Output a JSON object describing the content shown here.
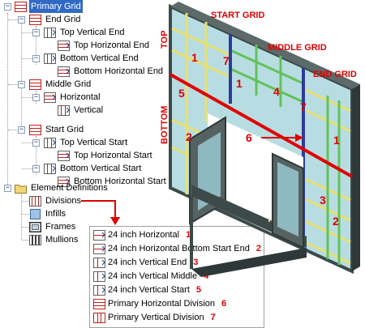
{
  "tree": {
    "items": [
      {
        "label": "Primary Grid",
        "icon": "grid-icon"
      },
      {
        "label": "End Grid",
        "icon": "grid-icon"
      },
      {
        "label": "Top Vertical End",
        "icon": "vertical-division-icon"
      },
      {
        "label": "Top Horizontal End",
        "icon": "horizontal-division-icon"
      },
      {
        "label": "Bottom Vertical End",
        "icon": "vertical-division-icon"
      },
      {
        "label": "Bottom Horizontal End",
        "icon": "horizontal-division-icon"
      },
      {
        "label": "Middle Grid",
        "icon": "grid-icon"
      },
      {
        "label": "Horizontal",
        "icon": "horizontal-division-icon"
      },
      {
        "label": "Vertical",
        "icon": "vertical-division-icon"
      },
      {
        "label": "Start Grid",
        "icon": "grid-icon"
      },
      {
        "label": "Top Vertical Start",
        "icon": "vertical-division-icon"
      },
      {
        "label": "Top Horizontal Start",
        "icon": "horizontal-division-icon"
      },
      {
        "label": "Bottom Vertical Start",
        "icon": "vertical-division-icon"
      },
      {
        "label": "Bottom Horizontal Start",
        "icon": "horizontal-division-icon"
      },
      {
        "label": "Element Definitions",
        "icon": "folder-icon"
      },
      {
        "label": "Divisions",
        "icon": "divisions-icon"
      },
      {
        "label": "Infills",
        "icon": "infills-icon"
      },
      {
        "label": "Frames",
        "icon": "frames-icon"
      },
      {
        "label": "Mullions",
        "icon": "mullions-icon"
      }
    ],
    "expanders": {
      "collapsed": "+",
      "expanded": "−"
    }
  },
  "palette": {
    "items": [
      {
        "label": "24 inch Horizontal",
        "number": "1"
      },
      {
        "label": "24 inch Horizontal Bottom Start End",
        "number": "2"
      },
      {
        "label": "24 inch Vertical End",
        "number": "3"
      },
      {
        "label": "24 inch Vertical Middle",
        "number": "4"
      },
      {
        "label": "24 inch Vertical Start",
        "number": "5"
      },
      {
        "label": "Primary Horizontal Division",
        "number": "6"
      },
      {
        "label": "Primary Vertical Division",
        "number": "7"
      }
    ]
  },
  "illustration": {
    "labels": {
      "start_grid": "START GRID",
      "middle_grid": "MIDDLE GRID",
      "end_grid": "END GRID",
      "top": "TOP",
      "bottom": "BOTTOM"
    },
    "markers": [
      "1",
      "7",
      "1",
      "4",
      "7",
      "5",
      "2",
      "6",
      "1",
      "3",
      "2"
    ],
    "colors": {
      "callout_red": "#e00000",
      "frame_dark": "#3c4a4a",
      "glass": "#b7dde2",
      "mullion_yellow": "#e8e070",
      "mullion_green": "#63c25a",
      "mullion_blue": "#2d3c9a",
      "selection": "#316ac5"
    }
  }
}
